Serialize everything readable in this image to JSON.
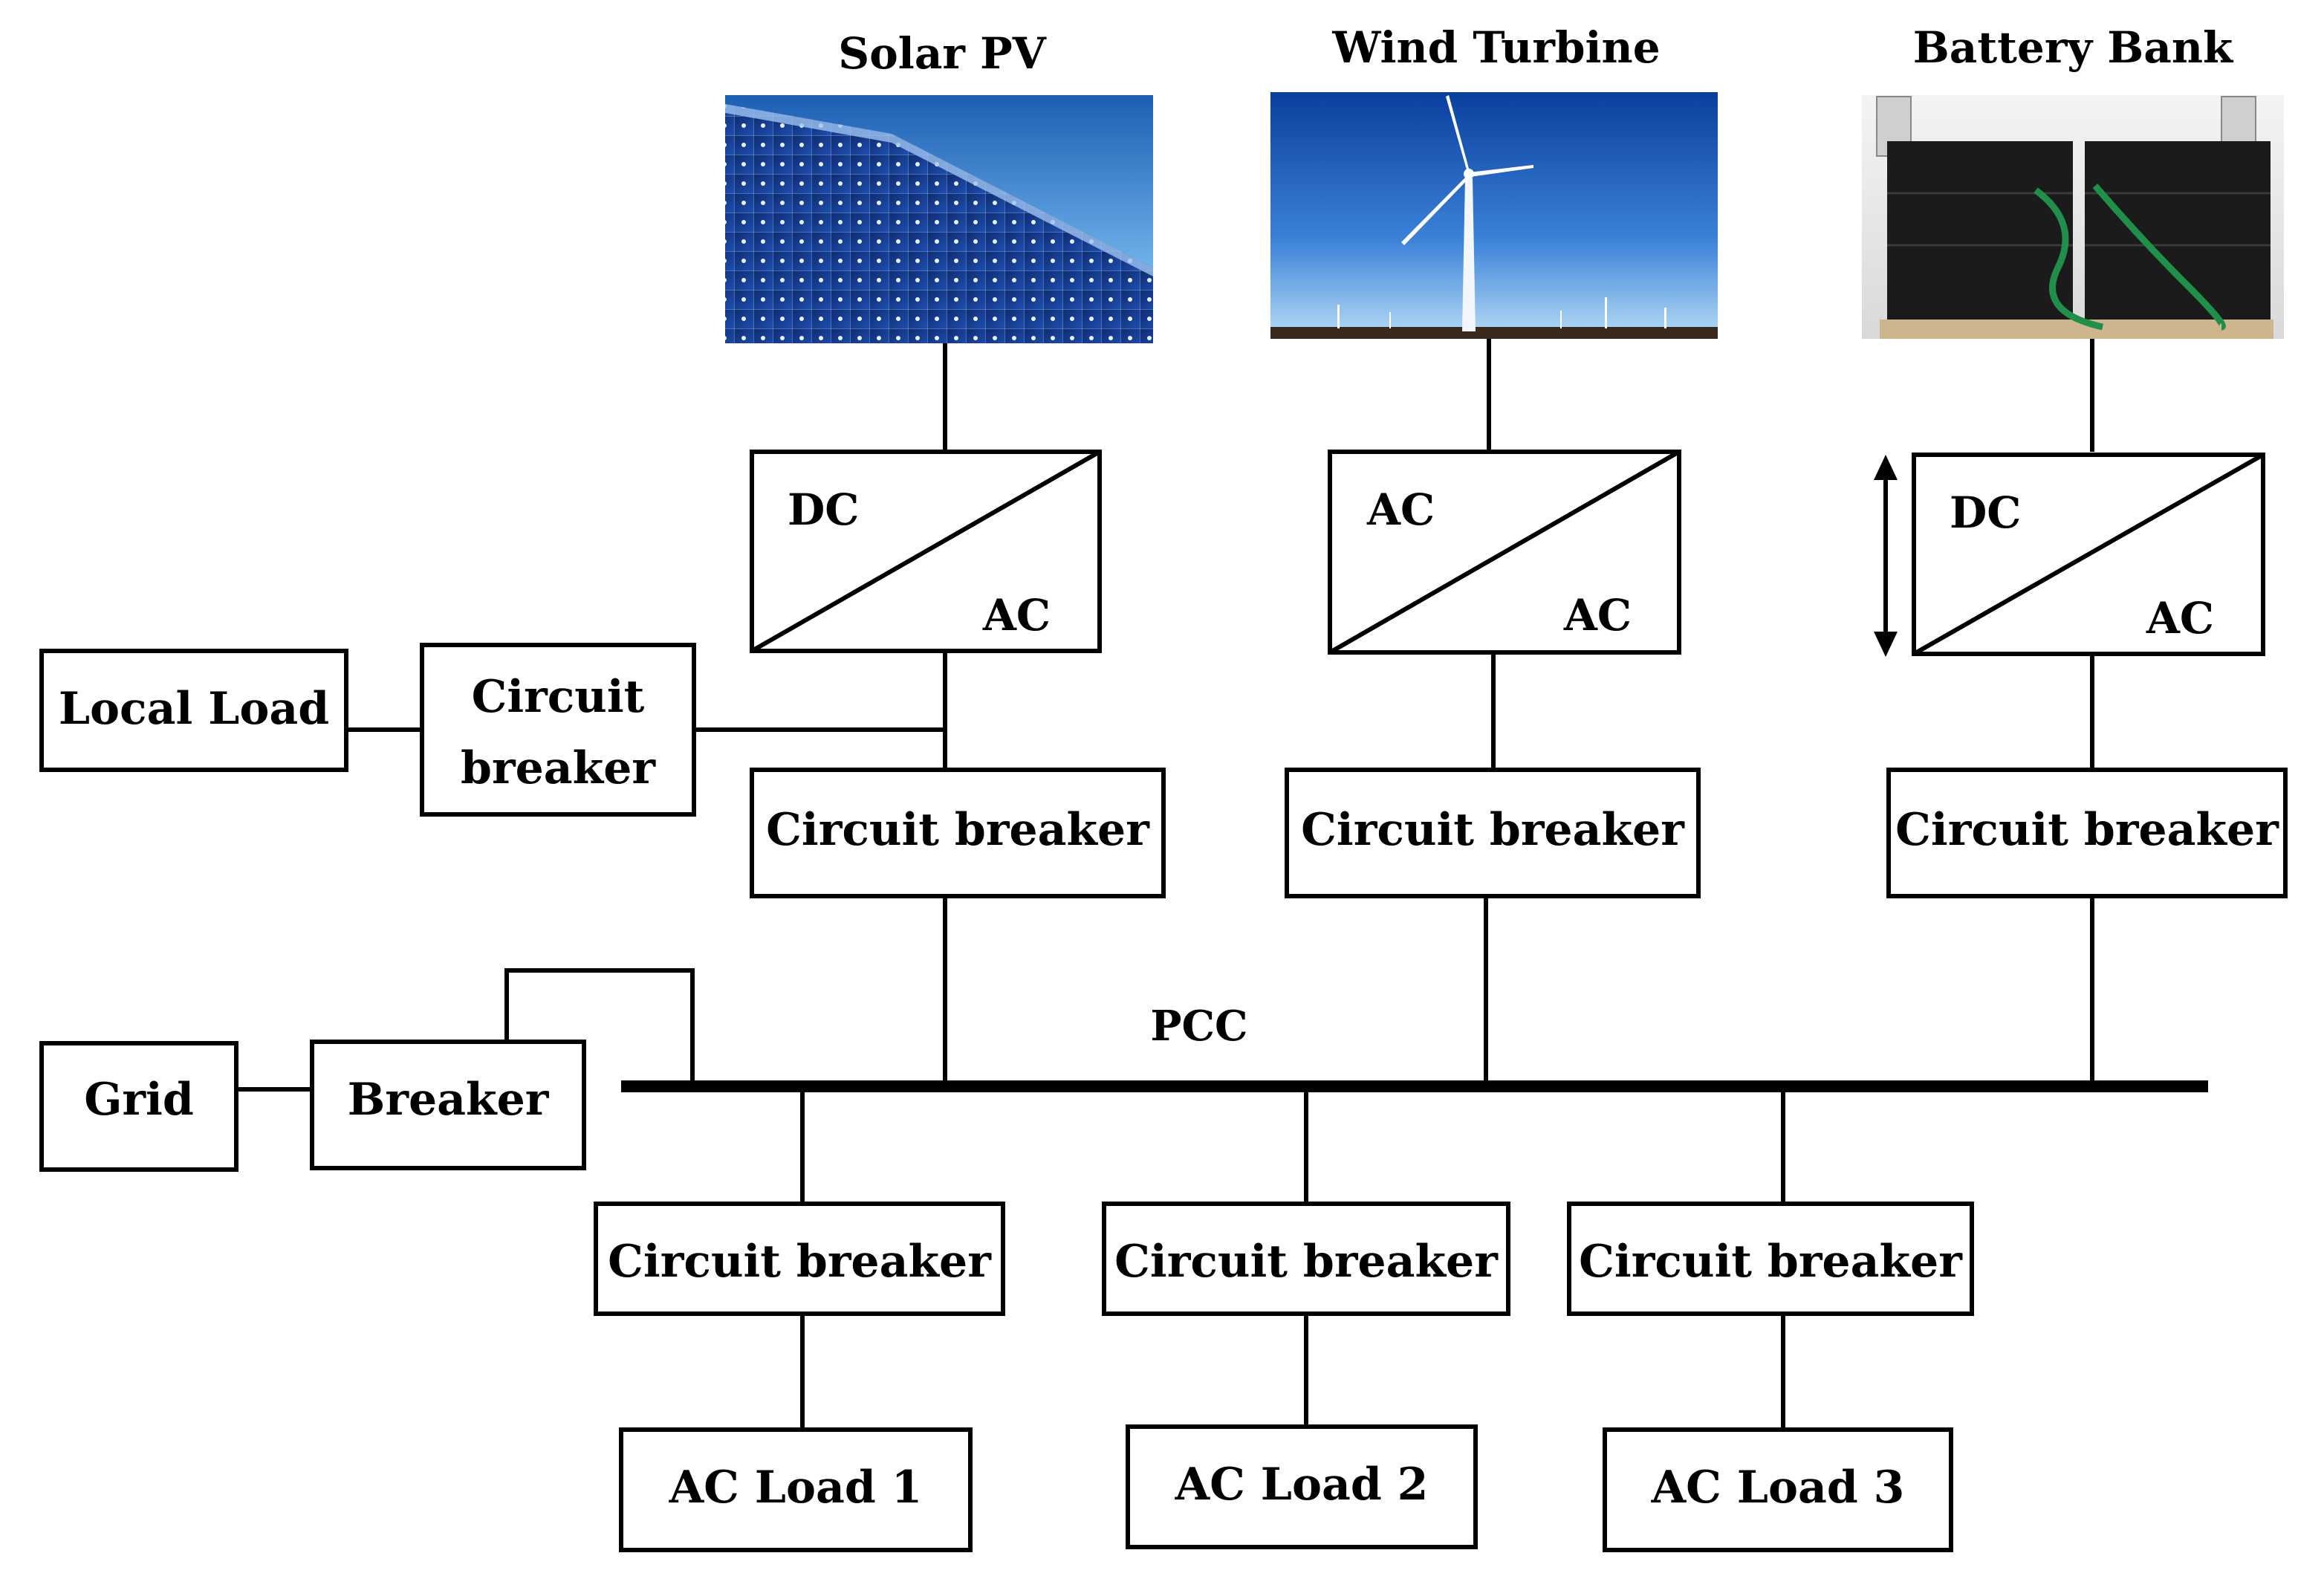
{
  "sources": {
    "solar": {
      "title": "Solar PV",
      "converter_in": "DC",
      "converter_out": "AC",
      "breaker": "Circuit breaker"
    },
    "wind": {
      "title": "Wind Turbine",
      "converter_in": "AC",
      "converter_out": "AC",
      "breaker": "Circuit breaker"
    },
    "battery": {
      "title": "Battery Bank",
      "converter_in": "DC",
      "converter_out": "AC",
      "breaker": "Circuit breaker"
    }
  },
  "local": {
    "load": "Local Load",
    "breaker_line1": "Circuit",
    "breaker_line2": "breaker"
  },
  "grid": {
    "label": "Grid",
    "breaker": "Breaker"
  },
  "bus": {
    "label": "PCC"
  },
  "loads": [
    {
      "breaker": "Circuit breaker",
      "label": "AC Load 1"
    },
    {
      "breaker": "Circuit breaker",
      "label": "AC Load 2"
    },
    {
      "breaker": "Circuit breaker",
      "label": "AC Load 3"
    }
  ],
  "colors": {
    "line": "#000000",
    "background": "#ffffff"
  }
}
